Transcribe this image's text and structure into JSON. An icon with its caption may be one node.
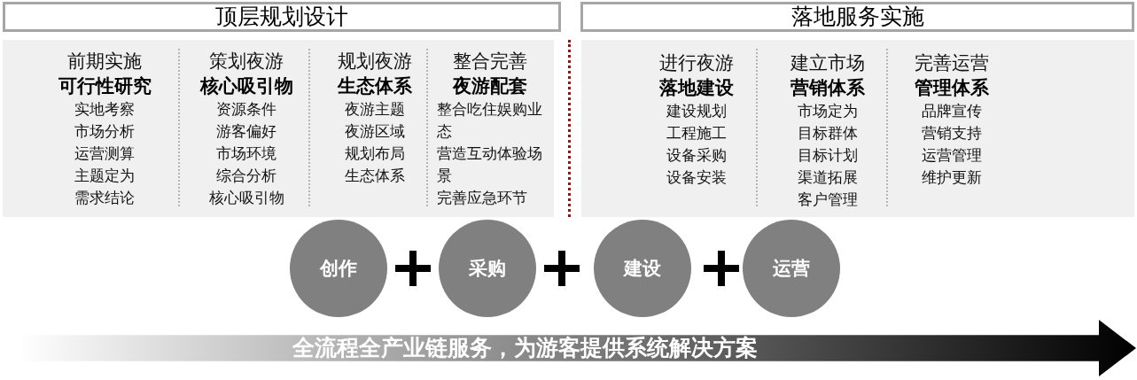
{
  "diagram": {
    "nodes": [
      {
        "text": [
          "顶层规划设计"
        ]
      },
      {
        "text": [
          "落地服务实施"
        ]
      },
      {
        "text": [],
        "shape": "box"
      },
      {
        "text": [
          "前期实施",
          "可行性研究",
          "实地考察",
          "市场分析",
          "运营测算",
          "主题定为",
          "需求结论"
        ],
        "in": 2
      },
      {
        "text": [
          "策划夜游",
          "核心吸引物",
          "资源条件",
          "游客偏好",
          "市场环境",
          "综合分析",
          "核心吸引物"
        ],
        "in": 2
      },
      {
        "text": [
          "规划夜游",
          "生态体系",
          "夜游主题",
          "夜游区域",
          "规划布局",
          "生态体系"
        ],
        "in": 2
      },
      {
        "text": [
          "整合完善",
          "夜游配套",
          "整合吃住娱购业态",
          "营造互动体验场景",
          "完善应急环节"
        ],
        "in": 2
      },
      {
        "text": [],
        "shape": "box"
      },
      {
        "text": [
          "进行夜游",
          "落地建设",
          "建设规划",
          "工程施工",
          "设备采购",
          "设备安装"
        ],
        "in": 7
      },
      {
        "text": [
          "建立市场",
          "营销体系",
          "市场定为",
          "目标群体",
          "目标计划",
          "渠道拓展",
          "客户管理"
        ],
        "in": 7
      },
      {
        "text": [
          "完善运营",
          "管理体系",
          "品牌宣传",
          "营销支持",
          "运营管理",
          "维护更新"
        ],
        "in": 7
      },
      {
        "text": [
          "创作"
        ]
      },
      {
        "text": [
          "采购"
        ]
      },
      {
        "text": [
          "建设"
        ]
      },
      {
        "text": [
          "运营"
        ]
      },
      {
        "text": [
          "全流程全产业链服务，为游客提供系统解决方案"
        ]
      }
    ],
    "edges": []
  }
}
